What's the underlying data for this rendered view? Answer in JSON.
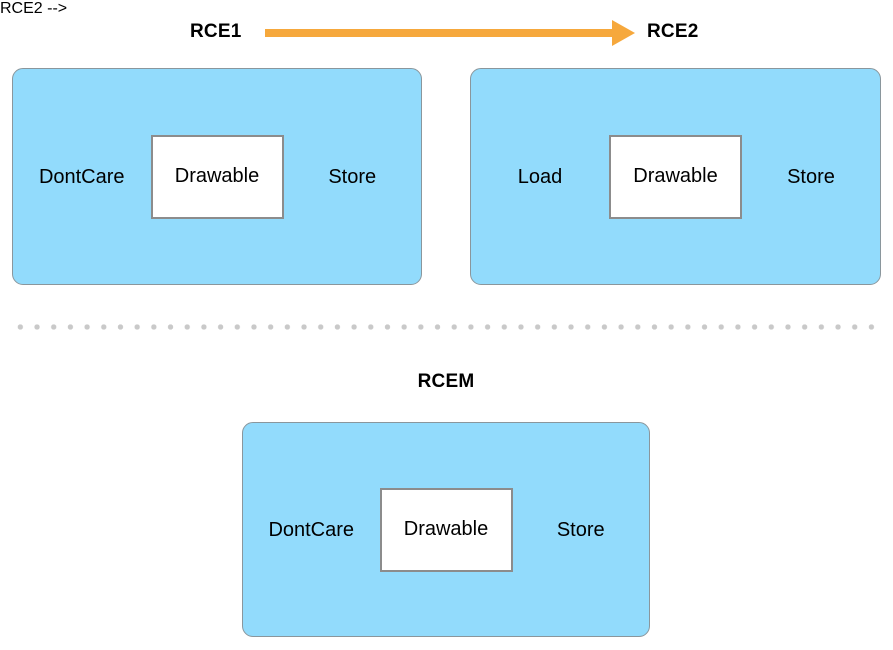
{
  "header": {
    "from_label": "RCE1",
    "to_label": "RCE2"
  },
  "merged": {
    "label": "RCEM"
  },
  "passes": [
    {
      "name": "RCE1",
      "load_action": "DontCare",
      "attachment": "Drawable",
      "store_action": "Store"
    },
    {
      "name": "RCE2",
      "load_action": "Load",
      "attachment": "Drawable",
      "store_action": "Store"
    },
    {
      "name": "RCEM",
      "load_action": "DontCare",
      "attachment": "Drawable",
      "store_action": "Store"
    }
  ],
  "colors": {
    "pass_fill": "#92DBFC",
    "pass_border": "#8A969C",
    "target_fill": "#FFFFFF",
    "target_border": "#8C8C8C",
    "arrow": "#F6A83C",
    "separator_dot": "#C9C9C9",
    "text": "#000000"
  }
}
